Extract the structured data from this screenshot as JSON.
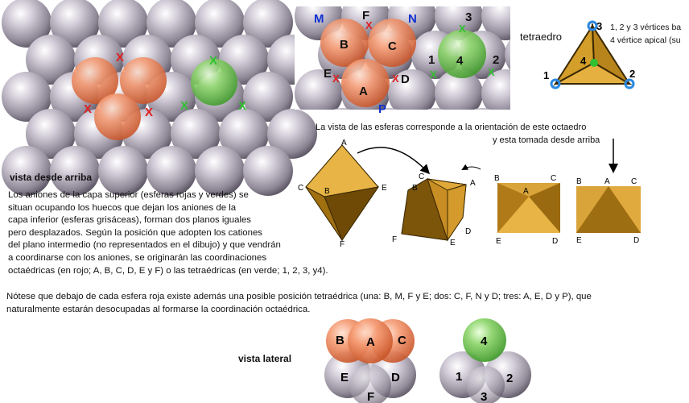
{
  "labels": {
    "top_view": "vista desde arriba",
    "side_view": "vista lateral",
    "tetra_title": "tetraedro",
    "tetra_note_1": "1, 2 y 3 vértices ba",
    "tetra_note_2": "4 vértice apical (su",
    "orientation_1": "La vista de las esferas corresponde a la orientación de este octaedro",
    "orientation_2": "y esta tomada desde arriba",
    "x_mark": "X"
  },
  "paragraph": {
    "lines": [
      "Los aniones de la capa superior (esferas rojas y verdes) se",
      "situan ocupando los huecos que dejan los aniones de la",
      "capa inferior (esferas grisáceas), forman dos planos iguales",
      "pero desplazados. Según la posición que adopten los cationes",
      "del plano intermedio (no representados en el dibujo) y que vendrán",
      "a coordinarse con los aniones, se originarán las coordinaciones",
      "octaédricas (en rojo; A, B, C, D, E y F) o las tetraédricas (en verde; 1, 2, 3, y4)."
    ],
    "note_lines": [
      "Nótese que debajo de cada esfera roja existe además una posible posición tetraédrica (una: B, M, F y E; dos: C, F, N y D; tres: A, E, D y P), que",
      "naturalmente estarán desocupadas al formarse la coordinación octaédrica."
    ]
  },
  "layer_labels": {
    "M": "M",
    "F": "F",
    "N": "N",
    "B": "B",
    "C": "C",
    "A": "A",
    "E": "E",
    "D": "D",
    "P": "P",
    "one": "1",
    "two": "2",
    "three": "3",
    "four": "4"
  },
  "octahedron_labels": {
    "A": "A",
    "B": "B",
    "C": "C",
    "D": "D",
    "E": "E",
    "F": "F"
  },
  "colors": {
    "red_sphere": "#f08050",
    "green_sphere": "#70c050",
    "gray_sphere": "#b4aeba",
    "gold": "#c8961e",
    "red_mark": "#e02020",
    "green_mark": "#30c030",
    "blue_label": "#1030d0"
  }
}
